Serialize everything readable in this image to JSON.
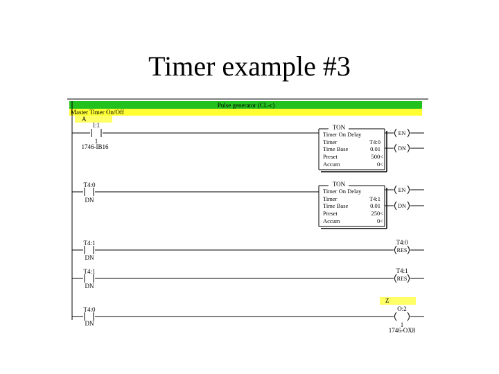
{
  "slide": {
    "title": "Timer example #3"
  },
  "ladder": {
    "header_green": "Pulse generator (CL-c)",
    "header_yellow": "Master Timer On/Off",
    "rung0_comment": "A",
    "rung0_contact": {
      "address": "I:1",
      "bit": "1",
      "desc": "1746-IB16"
    },
    "ton_label": "TON",
    "ton_title": "Timer On Delay",
    "ton_timer_label": "Timer",
    "ton_base_label": "Time Base",
    "ton_preset_label": "Preset",
    "ton_accum_label": "Accum",
    "timer1": {
      "timer": "T4:0",
      "base": "0.01",
      "preset": "500<",
      "accum": "0<"
    },
    "timer2": {
      "timer": "T4:1",
      "base": "0.01",
      "preset": "250<",
      "accum": "0<"
    },
    "coil_en": "EN",
    "coil_dn": "DN",
    "rung1_contact": {
      "address": "T4:0",
      "bit": "DN"
    },
    "rung2_contact": {
      "address": "T4:1",
      "bit": "DN"
    },
    "rung2_coil": {
      "address": "T4:0",
      "type": "RES"
    },
    "rung3_contact": {
      "address": "T4:1",
      "bit": "DN"
    },
    "rung3_coil": {
      "address": "T4:1",
      "type": "RES"
    },
    "rung4_comment": "Z",
    "rung4_contact": {
      "address": "T4:0",
      "bit": "DN"
    },
    "rung4_coil": {
      "address": "O:2",
      "bit": "1",
      "desc": "1746-OX8"
    }
  }
}
